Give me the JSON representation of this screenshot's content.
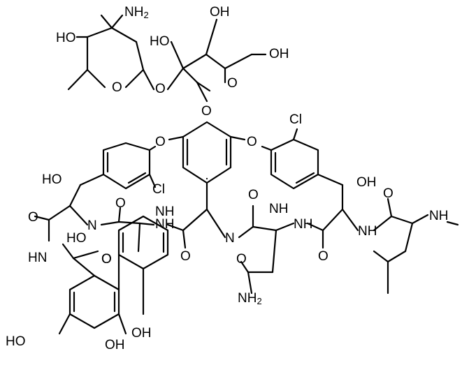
{
  "atom_labels": [
    {
      "id": "nh2-top",
      "text": "NH2"
    },
    {
      "id": "ho-sugar1",
      "text": "HO"
    },
    {
      "id": "ho-sugar2-top",
      "text": "OH"
    },
    {
      "id": "ho-sugar2-left",
      "text": "HO"
    },
    {
      "id": "oh-sugar2-right",
      "text": "OH"
    },
    {
      "id": "o-ring1",
      "text": "O"
    },
    {
      "id": "o-glyco",
      "text": "O"
    },
    {
      "id": "o-ring2",
      "text": "O"
    },
    {
      "id": "o-glyco2",
      "text": "O"
    },
    {
      "id": "o-ether-left",
      "text": "O"
    },
    {
      "id": "o-ether-right",
      "text": "O"
    },
    {
      "id": "cl-right",
      "text": "Cl"
    },
    {
      "id": "cl-left",
      "text": "Cl"
    },
    {
      "id": "ho-left",
      "text": "HO"
    },
    {
      "id": "oh-right",
      "text": "OH"
    },
    {
      "id": "nh-1",
      "text": "NH"
    },
    {
      "id": "n-1",
      "text": "N"
    },
    {
      "id": "nh-2",
      "text": "NH"
    },
    {
      "id": "n-2",
      "text": "N"
    },
    {
      "id": "nh-3",
      "text": "NH"
    },
    {
      "id": "nh-4",
      "text": "NH"
    },
    {
      "id": "nh-5",
      "text": "NH"
    },
    {
      "id": "nh-6",
      "text": "NH"
    },
    {
      "id": "o-c1",
      "text": "O"
    },
    {
      "id": "o-c2",
      "text": "O"
    },
    {
      "id": "o-c3",
      "text": "O"
    },
    {
      "id": "o-c4",
      "text": "O"
    },
    {
      "id": "o-c5",
      "text": "O"
    },
    {
      "id": "o-c6",
      "text": "O"
    },
    {
      "id": "o-c7",
      "text": "O"
    },
    {
      "id": "o-amide",
      "text": "O"
    },
    {
      "id": "nh2-bottom",
      "text": "NH2"
    },
    {
      "id": "hn-left",
      "text": "HN"
    },
    {
      "id": "ho-acid",
      "text": "HO"
    },
    {
      "id": "o-acid",
      "text": "O"
    },
    {
      "id": "ho-bl",
      "text": "HO"
    },
    {
      "id": "oh-b1",
      "text": "OH"
    },
    {
      "id": "oh-b2",
      "text": "OH"
    }
  ]
}
